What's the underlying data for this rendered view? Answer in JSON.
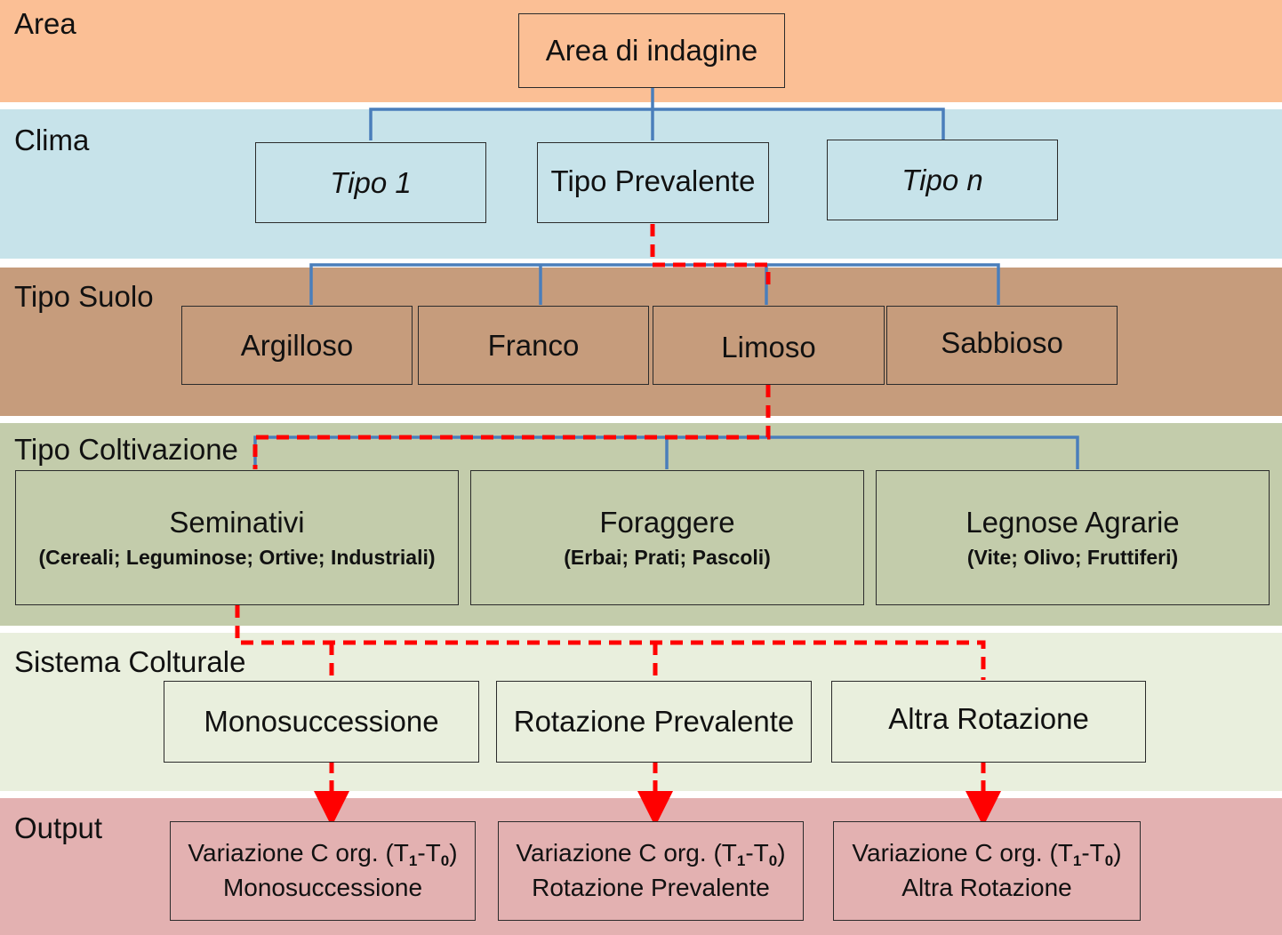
{
  "colors": {
    "band_area": "#fbbf95",
    "band_clima": "#c7e3ea",
    "band_suolo": "#c69c7c",
    "band_coltivazione": "#c3ccab",
    "band_sistema": "#e9efdd",
    "band_output": "#e3b1b1",
    "connector_blue": "#4a7ebb",
    "path_red": "#ff0000"
  },
  "levels": {
    "area": "Area",
    "clima": "Clima",
    "suolo": "Tipo Suolo",
    "coltivazione": "Tipo Coltivazione",
    "sistema": "Sistema Colturale",
    "output": "Output"
  },
  "nodes": {
    "area": "Area di indagine",
    "clima": [
      "Tipo 1",
      "Tipo Prevalente",
      "Tipo n"
    ],
    "suolo": [
      "Argilloso",
      "Franco",
      "Limoso",
      "Sabbioso"
    ],
    "coltivazione": [
      {
        "title": "Seminativi",
        "subtitle": "(Cereali; Leguminose; Ortive; Industriali)"
      },
      {
        "title": "Foraggere",
        "subtitle": "(Erbai; Prati; Pascoli)"
      },
      {
        "title": "Legnose Agrarie",
        "subtitle": "(Vite; Olivo; Fruttiferi)"
      }
    ],
    "sistema": [
      "Monosuccessione",
      "Rotazione Prevalente",
      "Altra Rotazione"
    ],
    "output": {
      "prefix": "Variazione C org. (T",
      "sub1": "1",
      "dash": "-T",
      "sub0": "0",
      "suffix": ")",
      "items": [
        "Monosuccessione",
        "Rotazione Prevalente",
        "Altra Rotazione"
      ]
    }
  }
}
